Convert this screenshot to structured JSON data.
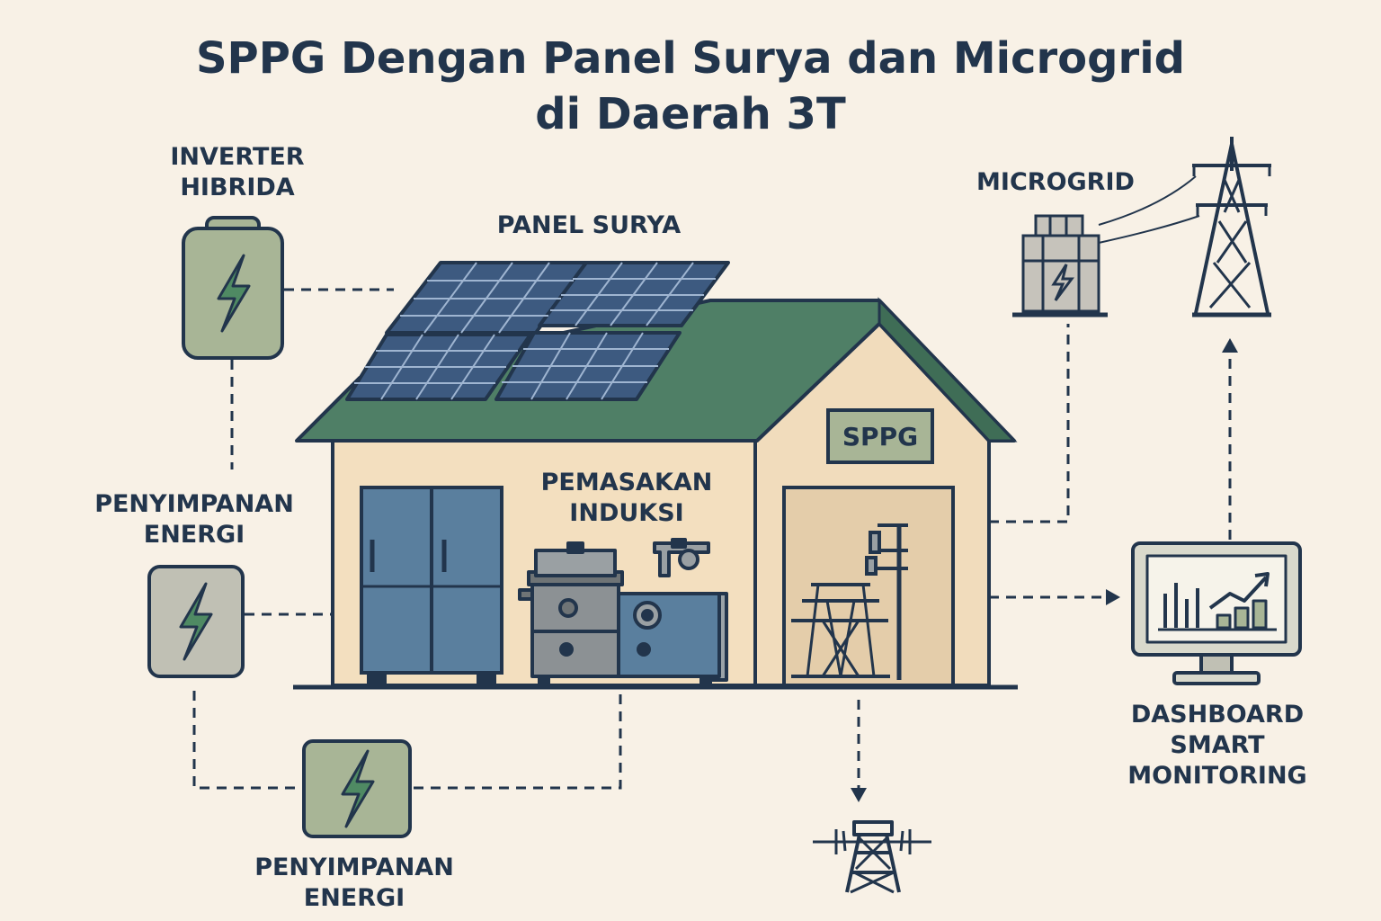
{
  "title": {
    "line1": "SPPG Dengan Panel Surya dan Microgrid",
    "line2": "di Daerah 3T"
  },
  "labels": {
    "inverter": [
      "INVERTER",
      "HIBRIDA"
    ],
    "panel_surya": "PANEL SURYA",
    "microgrid": "MICROGRID",
    "sppg_sign": "SPPG",
    "pemasakan": [
      "PEMASAKAN",
      "INDUKSI"
    ],
    "penyimpanan_left": [
      "PENYIMPANAN",
      "ENERGI"
    ],
    "penyimpanan_bottom": [
      "PENYIMPANAN",
      "ENERGI"
    ],
    "dashboard": [
      "DASHBOARD",
      "SMART",
      "MONITORING"
    ]
  },
  "icons": {
    "inverter": "lightning-battery-icon",
    "storage_left": "lightning-battery-icon",
    "storage_bottom": "lightning-battery-icon",
    "microgrid_transformer": "transformer-icon",
    "microgrid_tower": "power-tower-icon",
    "bottom_tower": "power-tower-icon",
    "dashboard": "monitor-chart-icon"
  },
  "colors": {
    "background": "#f8f1e6",
    "ink": "#22354c",
    "roof": "#4f7f66",
    "wall": "#f3dfbf",
    "solar_panel": "#3d5a80",
    "cabinet": "#5a7f9e",
    "battery_green": "#a8b596",
    "battery_grey": "#c0c0b4",
    "lightning": "#4f8a63"
  }
}
